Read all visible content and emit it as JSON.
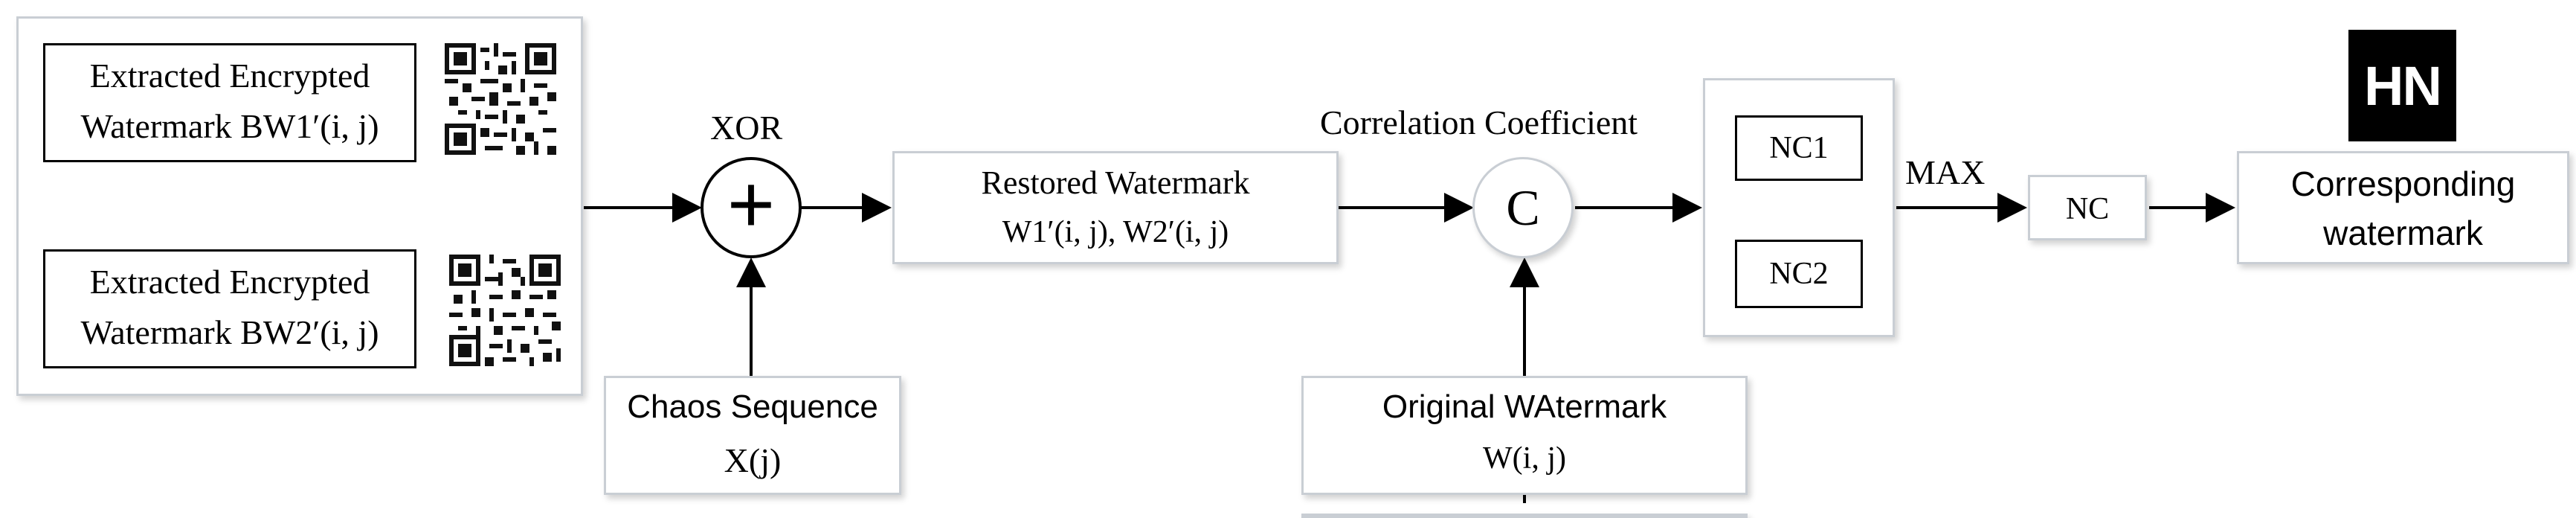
{
  "inputs": {
    "wm1": {
      "line1": "Extracted Encrypted",
      "line2": "Watermark BW1′(i, j)"
    },
    "wm2": {
      "line1": "Extracted Encrypted",
      "line2": "Watermark BW2′(i, j)"
    }
  },
  "xor": {
    "label": "XOR",
    "symbol": "+"
  },
  "chaos": {
    "line1": "Chaos Sequence",
    "line2": "X(j)"
  },
  "restored": {
    "line1": "Restored Watermark",
    "line2": "W1′(i, j),   W2′(i, j)"
  },
  "correlation": {
    "label": "Correlation Coefficient",
    "symbol": "C"
  },
  "original": {
    "line1": "Original WAtermark",
    "line2": "W(i, j)"
  },
  "nc_values": {
    "nc1": "NC1",
    "nc2": "NC2"
  },
  "max": {
    "label": "MAX"
  },
  "nc": {
    "label": "NC"
  },
  "result": {
    "line1": "Corresponding",
    "line2": "watermark",
    "logo_text": "HN"
  },
  "colors": {
    "box_border": "#c9ced4",
    "line": "#000000",
    "logo_bg": "#000000",
    "logo_fg": "#ffffff"
  },
  "icons": {
    "qr_codes": "qr-code-icon",
    "logo": "hn-logo-icon"
  }
}
